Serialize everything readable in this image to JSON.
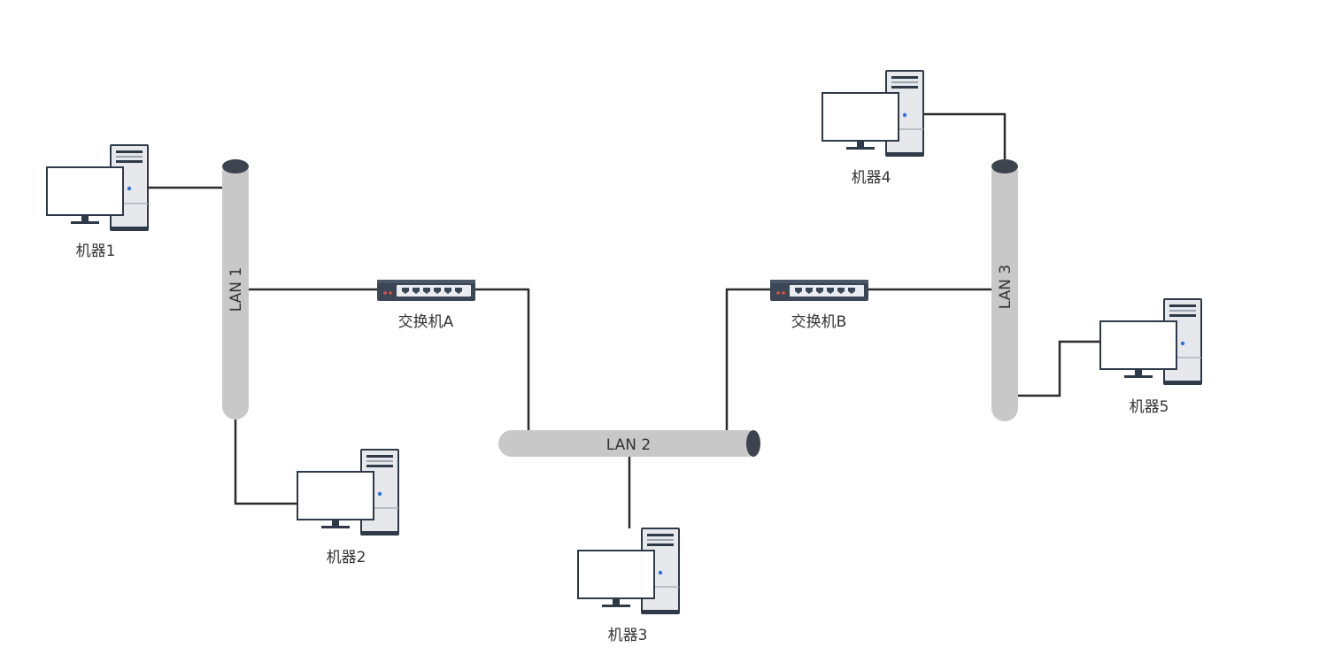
{
  "lans": [
    {
      "id": "lan1",
      "label": "LAN 1",
      "orientation": "vertical"
    },
    {
      "id": "lan2",
      "label": "LAN 2",
      "orientation": "horizontal"
    },
    {
      "id": "lan3",
      "label": "LAN 3",
      "orientation": "vertical"
    }
  ],
  "switches": [
    {
      "id": "switchA",
      "label": "交换机A"
    },
    {
      "id": "switchB",
      "label": "交换机B"
    }
  ],
  "machines": [
    {
      "id": "m1",
      "label": "机器1"
    },
    {
      "id": "m2",
      "label": "机器2"
    },
    {
      "id": "m3",
      "label": "机器3"
    },
    {
      "id": "m4",
      "label": "机器4"
    },
    {
      "id": "m5",
      "label": "机器5"
    }
  ],
  "colors": {
    "bus": "#c8c8c8",
    "bus_cap": "#3d4450",
    "line": "#2b2b2b",
    "switch_body": "#3b4756",
    "monitor_frame": "#2f3a48",
    "tower_body": "#e6e8ec"
  }
}
